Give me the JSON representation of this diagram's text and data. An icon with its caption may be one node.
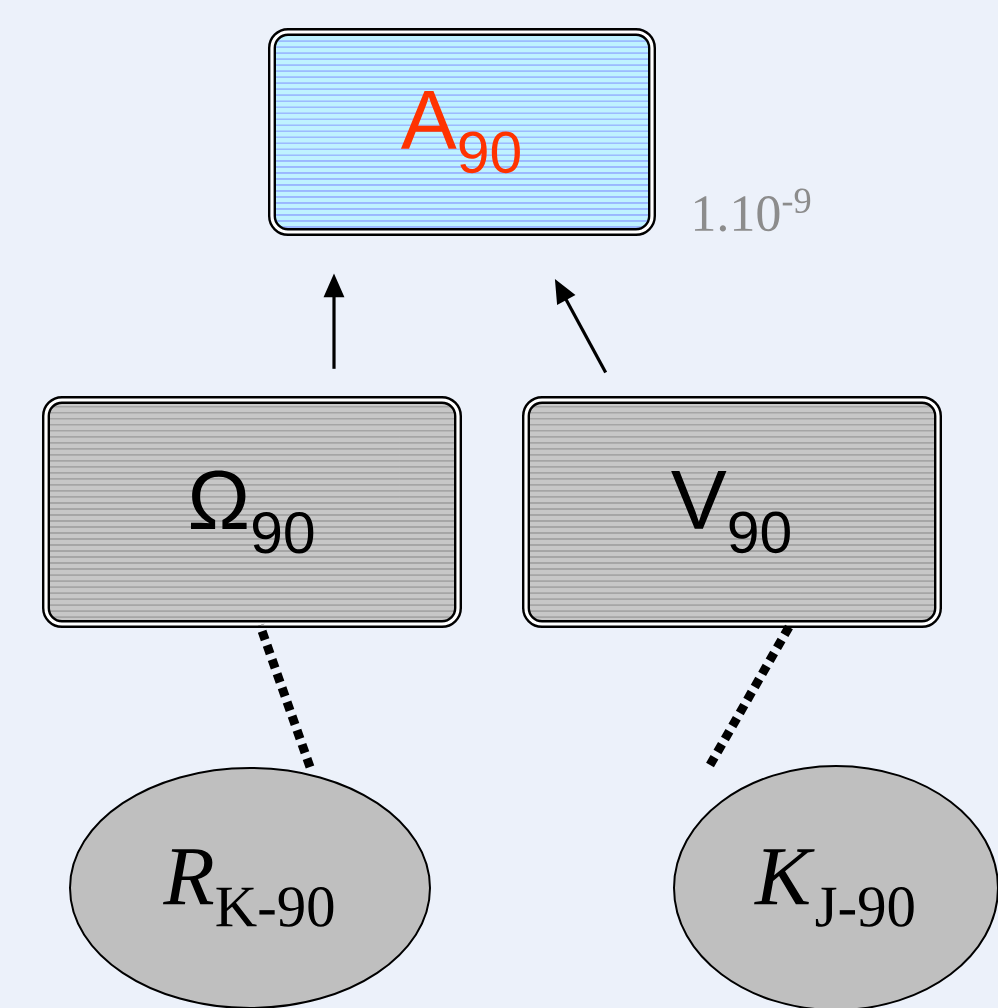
{
  "diagram": {
    "nodes": [
      {
        "text": [
          "A$_{90}$"
        ],
        "beside": [
          "1.10$^{-9}$"
        ]
      },
      {
        "text": [
          "Ω$_{90}$"
        ]
      },
      {
        "text": [
          "V$_{90}$"
        ]
      },
      {
        "text": [
          "*R*$_{K-90}$"
        ]
      },
      {
        "text": [
          "*K*$_{J-90}$"
        ]
      }
    ],
    "edges": [
      {
        "from": 1,
        "to": 0,
        "arrow": "to"
      },
      {
        "from": 2,
        "to": 0,
        "arrow": "to"
      },
      {
        "from": 3,
        "to": 1,
        "arrow": "none",
        "style": "dashed"
      },
      {
        "from": 4,
        "to": 2,
        "arrow": "none",
        "style": "dashed"
      }
    ]
  }
}
